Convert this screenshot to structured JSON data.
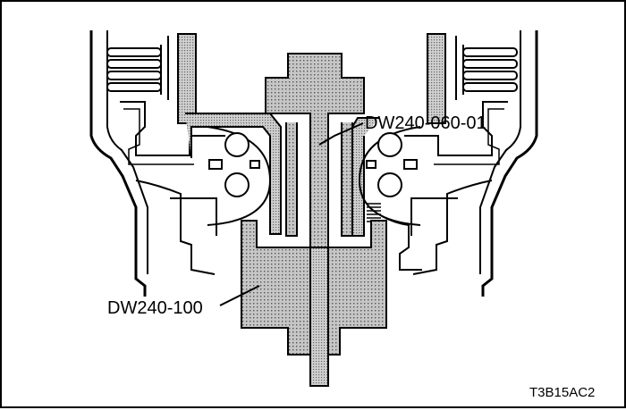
{
  "diagram": {
    "labels": {
      "upper_tool": "DW240-060-01",
      "lower_tool": "DW240-100"
    },
    "figure_code": "T3B15AC2"
  },
  "colors": {
    "ink": "#000000",
    "paper": "#ffffff",
    "shade": "#b8b8b8"
  }
}
